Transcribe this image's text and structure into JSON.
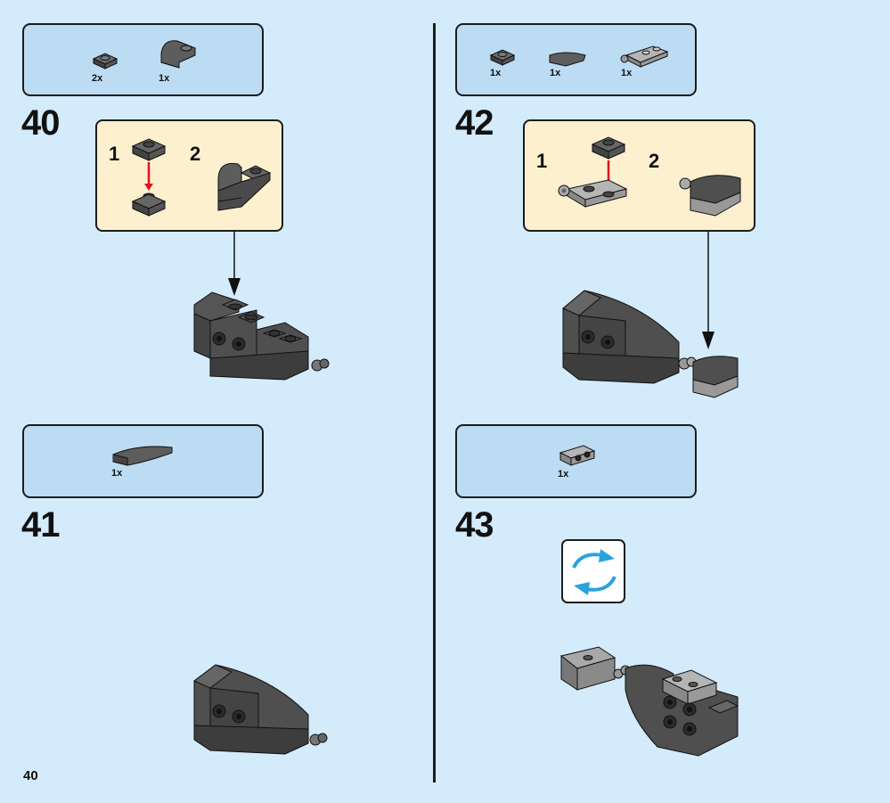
{
  "page_number": "40",
  "steps": [
    {
      "number": "40",
      "parts": [
        {
          "qty": "2x",
          "icon": "plate-1x1-dark-gray"
        },
        {
          "qty": "1x",
          "icon": "slope-curved-dark-gray"
        }
      ],
      "substeps": [
        "1",
        "2"
      ]
    },
    {
      "number": "41",
      "parts": [
        {
          "qty": "1x",
          "icon": "curved-slope-long-dark-gray"
        }
      ]
    },
    {
      "number": "42",
      "parts": [
        {
          "qty": "1x",
          "icon": "plate-1x1-dark-gray"
        },
        {
          "qty": "1x",
          "icon": "curved-slope-dark-gray"
        },
        {
          "qty": "1x",
          "icon": "hinge-plate-light-gray"
        }
      ],
      "substeps": [
        "1",
        "2"
      ]
    },
    {
      "number": "43",
      "parts": [
        {
          "qty": "1x",
          "icon": "bracket-plate-light-gray"
        }
      ],
      "rotate_icon": "rotate-model-icon"
    }
  ],
  "colors": {
    "background": "#d4ebfb",
    "parts_box": "#bcdcf4",
    "substep_box": "#fdf0cf",
    "brick_dark": "#595959",
    "brick_light": "#a3a3a3",
    "arrow_red": "#e3121b",
    "rotate_arrows": "#29a3dc"
  }
}
